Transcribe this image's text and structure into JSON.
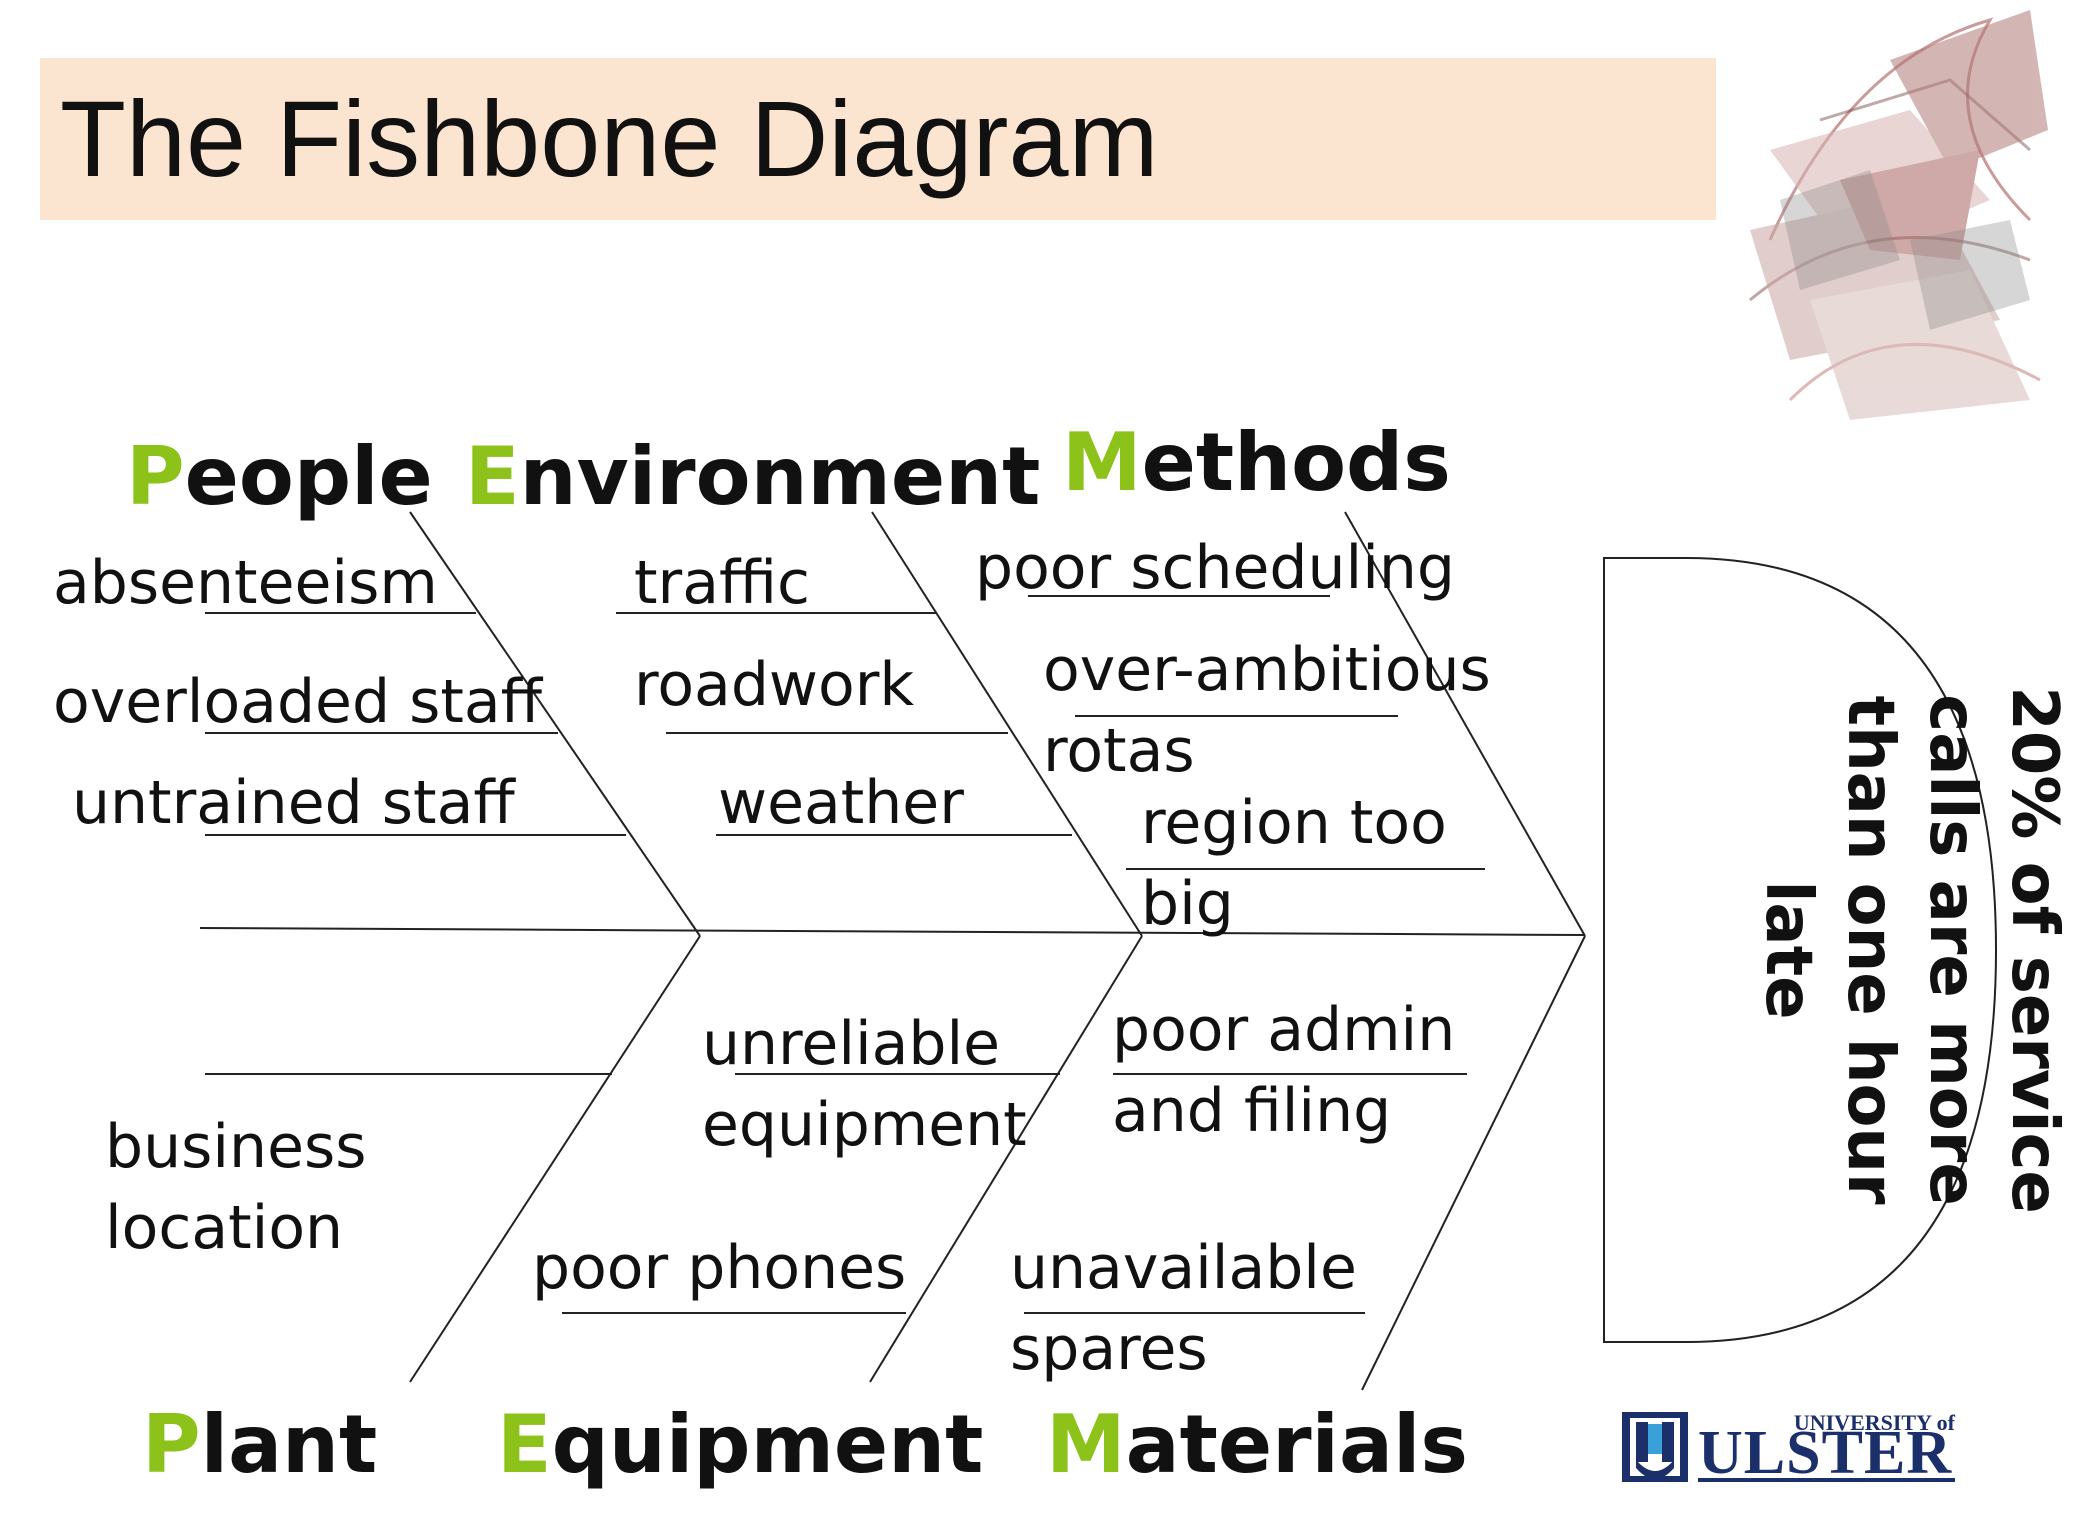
{
  "title": "The Fishbone Diagram",
  "effect": {
    "lines": [
      "20% of service",
      "calls are more",
      "than one hour",
      "late"
    ]
  },
  "categories": {
    "people": {
      "initial": "P",
      "rest": "eople"
    },
    "environment": {
      "initial": "E",
      "rest": "nvironment"
    },
    "methods": {
      "initial": "M",
      "rest": "ethods"
    },
    "plant": {
      "initial": "P",
      "rest": "lant"
    },
    "equipment": {
      "initial": "E",
      "rest": "quipment"
    },
    "materials": {
      "initial": "M",
      "rest": "aterials"
    }
  },
  "causes": {
    "people": [
      "absenteeism",
      "overloaded staff",
      "untrained staff"
    ],
    "environment": [
      "traffic",
      "roadwork",
      "weather"
    ],
    "methods": [
      "poor scheduling",
      "over-ambitious\nrotas",
      "region too\nbig"
    ],
    "plant": [
      "business\nlocation"
    ],
    "equipment": [
      "unreliable\nequipment",
      "poor phones"
    ],
    "materials": [
      "poor admin\nand filing",
      "unavailable\nspares"
    ]
  },
  "logo": {
    "small": "UNIVERSITY of",
    "big": "ULSTER"
  },
  "colors": {
    "banner": "#fce5d0",
    "accent": "#8cc21a",
    "logo": "#1b2f6b"
  }
}
